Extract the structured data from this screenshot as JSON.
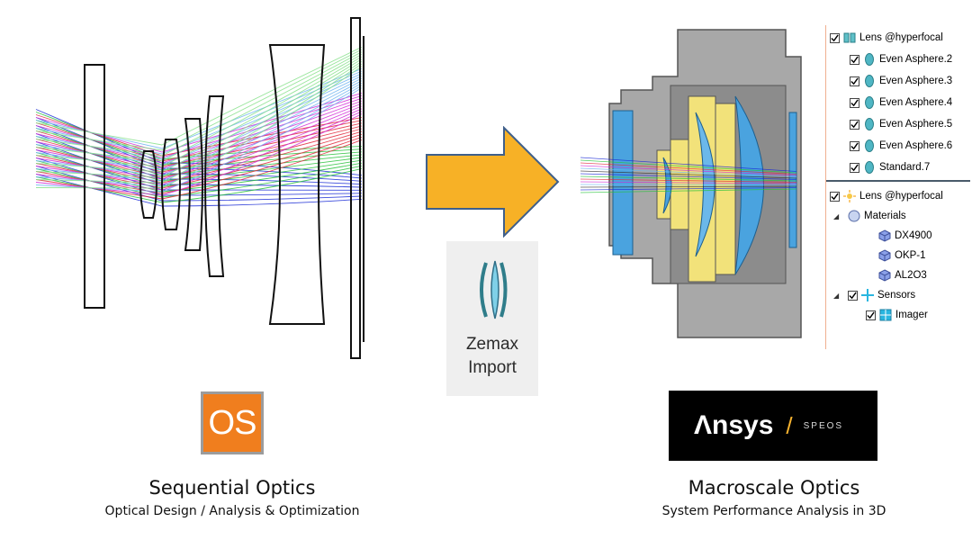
{
  "left_panel": {
    "logo_text": "OS",
    "title": "Sequential Optics",
    "subtitle": "Optical Design / Analysis & Optimization"
  },
  "zemax": {
    "line1": "Zemax",
    "line2": "Import"
  },
  "right_panel": {
    "logo_word": "Λnsys",
    "logo_slash": "/",
    "logo_product": "SPEOS",
    "title": "Macroscale Optics",
    "subtitle": "System Performance Analysis in 3D"
  },
  "tree": {
    "group1": {
      "label": "Lens @hyperfocal",
      "items": [
        "Even Asphere.2",
        "Even Asphere.3",
        "Even Asphere.4",
        "Even Asphere.5",
        "Even Asphere.6",
        "Standard.7"
      ]
    },
    "group2": {
      "label": "Lens @hyperfocal",
      "materials_label": "Materials",
      "materials": [
        "DX4900",
        "OKP-1",
        "AL2O3"
      ],
      "sensors_label": "Sensors",
      "sensors": [
        "Imager"
      ]
    }
  },
  "colors": {
    "arrow": "#f7b126",
    "arrow_outline": "#3f5f8a",
    "os_orange": "#f07e1e",
    "ansys_accent": "#f7b330",
    "lens_blue": "#4aa3df",
    "mount_yellow": "#f2e27a",
    "housing_gray": "#9e9e9e"
  }
}
